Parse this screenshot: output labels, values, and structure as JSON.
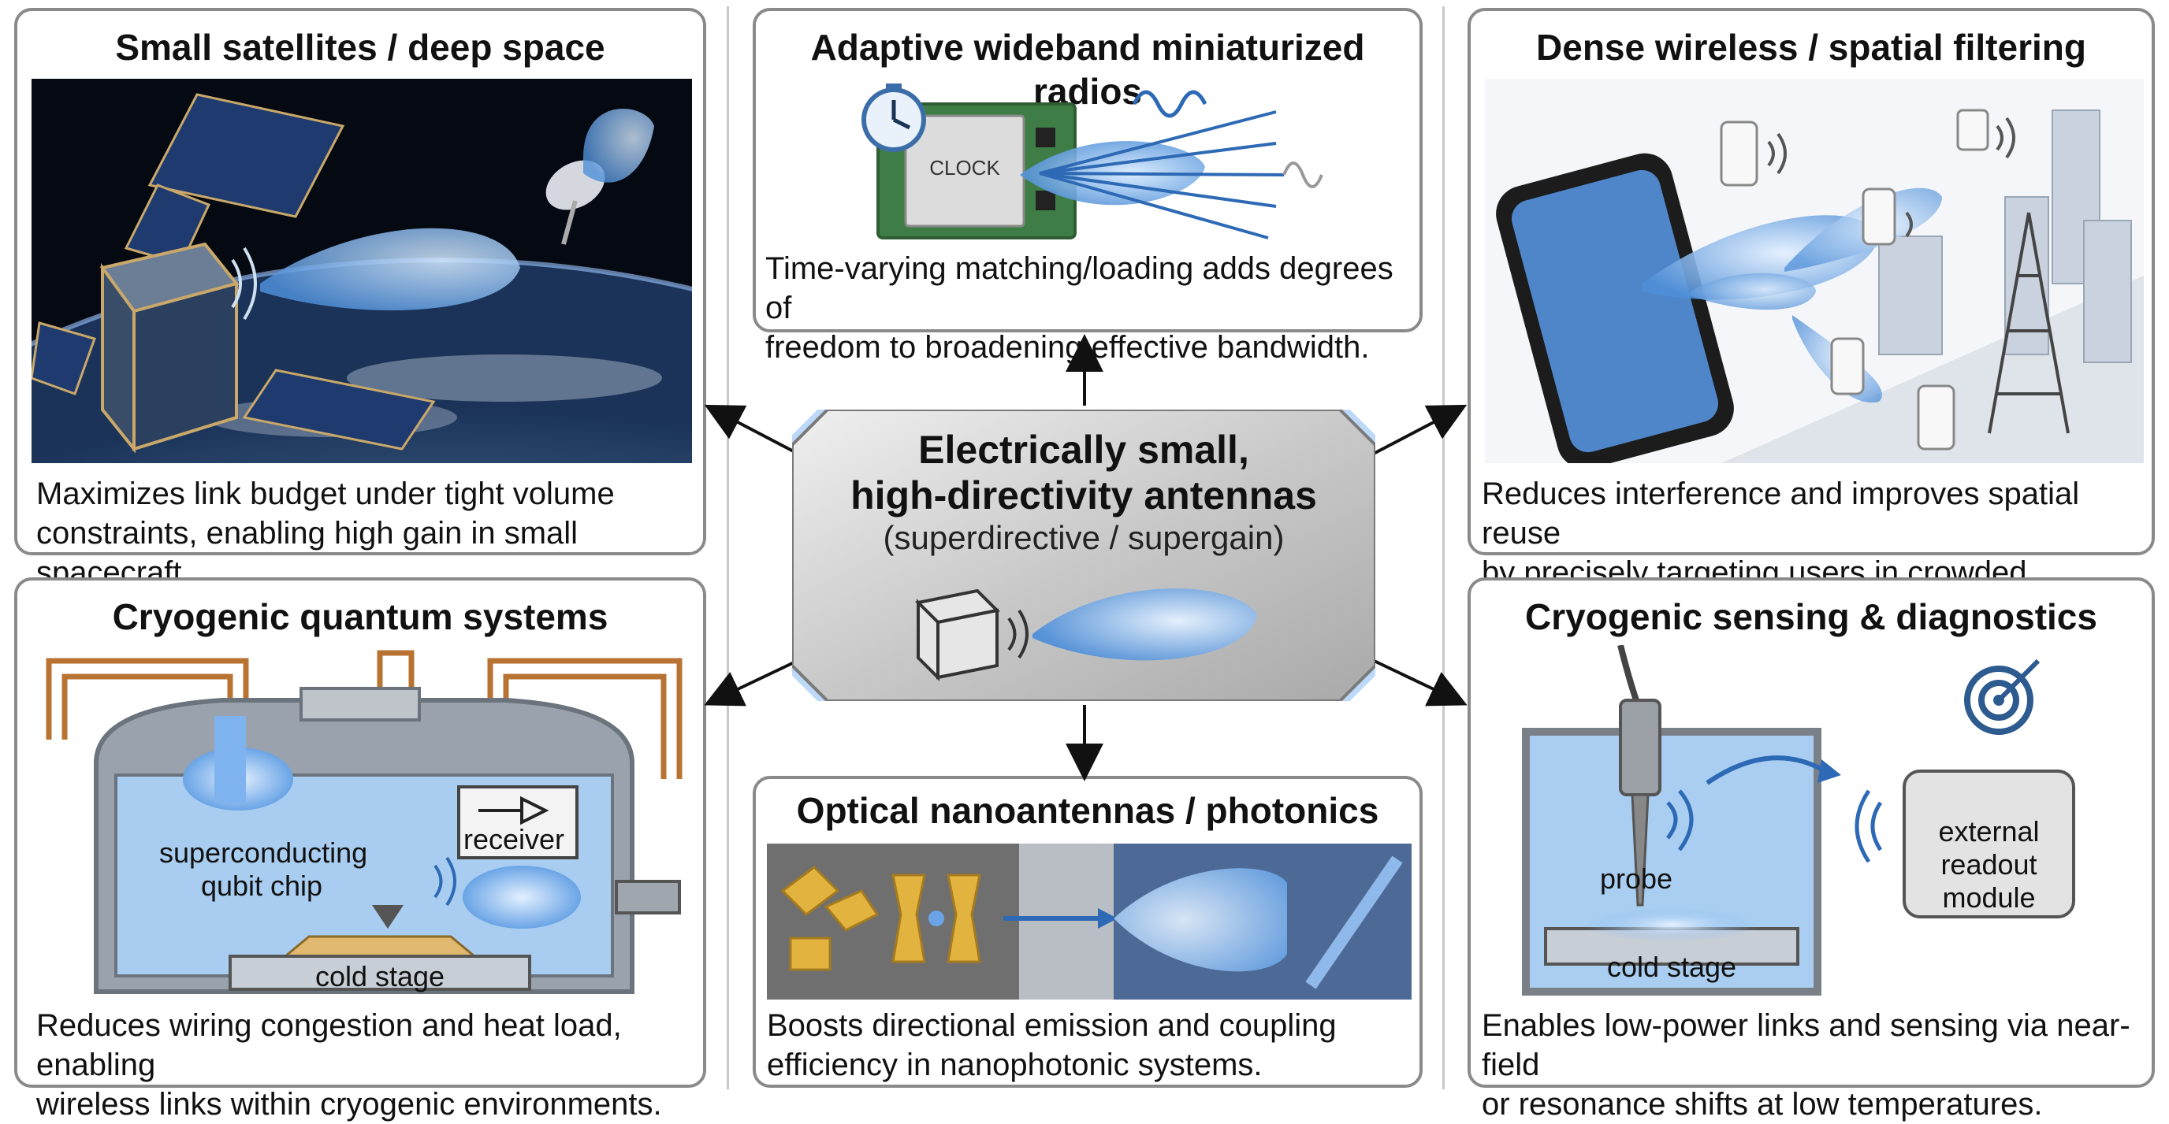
{
  "center": {
    "title_line1": "Electrically small,",
    "title_line2": "high-directivity antennas",
    "subtitle": "(superdirective / supergain)"
  },
  "panels": {
    "small_satellites": {
      "title": "Small satellites / deep space",
      "desc_line1": "Maximizes link budget under tight volume",
      "desc_line2": "constraints, enabling high gain in small spacecraft."
    },
    "adaptive_radios": {
      "title": "Adaptive wideband miniaturized radios",
      "chip_label": "CLOCK",
      "desc_line1": "Time-varying matching/loading adds degrees of",
      "desc_line2": "freedom to broadening effective bandwidth."
    },
    "dense_wireless": {
      "title": "Dense wireless / spatial filtering",
      "desc_line1": "Reduces interference and improves spatial reuse",
      "desc_line2": "by precisely targeting users in crowded networks."
    },
    "cryo_quantum": {
      "title": "Cryogenic quantum systems",
      "qubit_line1": "superconducting",
      "qubit_line2": "qubit chip",
      "receiver": "receiver",
      "cold_stage": "cold stage",
      "desc_line1": "Reduces wiring congestion and heat load, enabling",
      "desc_line2": "wireless links within cryogenic environments."
    },
    "optical": {
      "title": "Optical nanoantennas / photonics",
      "desc_line1": "Boosts directional emission and coupling",
      "desc_line2": "efficiency in nanophotonic systems."
    },
    "cryo_sensing": {
      "title": "Cryogenic sensing & diagnostics",
      "probe": "probe",
      "cold_stage": "cold stage",
      "module_line1": "external",
      "module_line2": "readout",
      "module_line3": "module",
      "desc_line1": "Enables low-power links and sensing via near-field",
      "desc_line2": "or resonance shifts at low temperatures."
    }
  },
  "colors": {
    "panel_border": "#8a8a8a",
    "beam_blue": "#5b9be0",
    "glow_blue": "#7fb3ef",
    "center_fill": "#d9d9d9"
  }
}
